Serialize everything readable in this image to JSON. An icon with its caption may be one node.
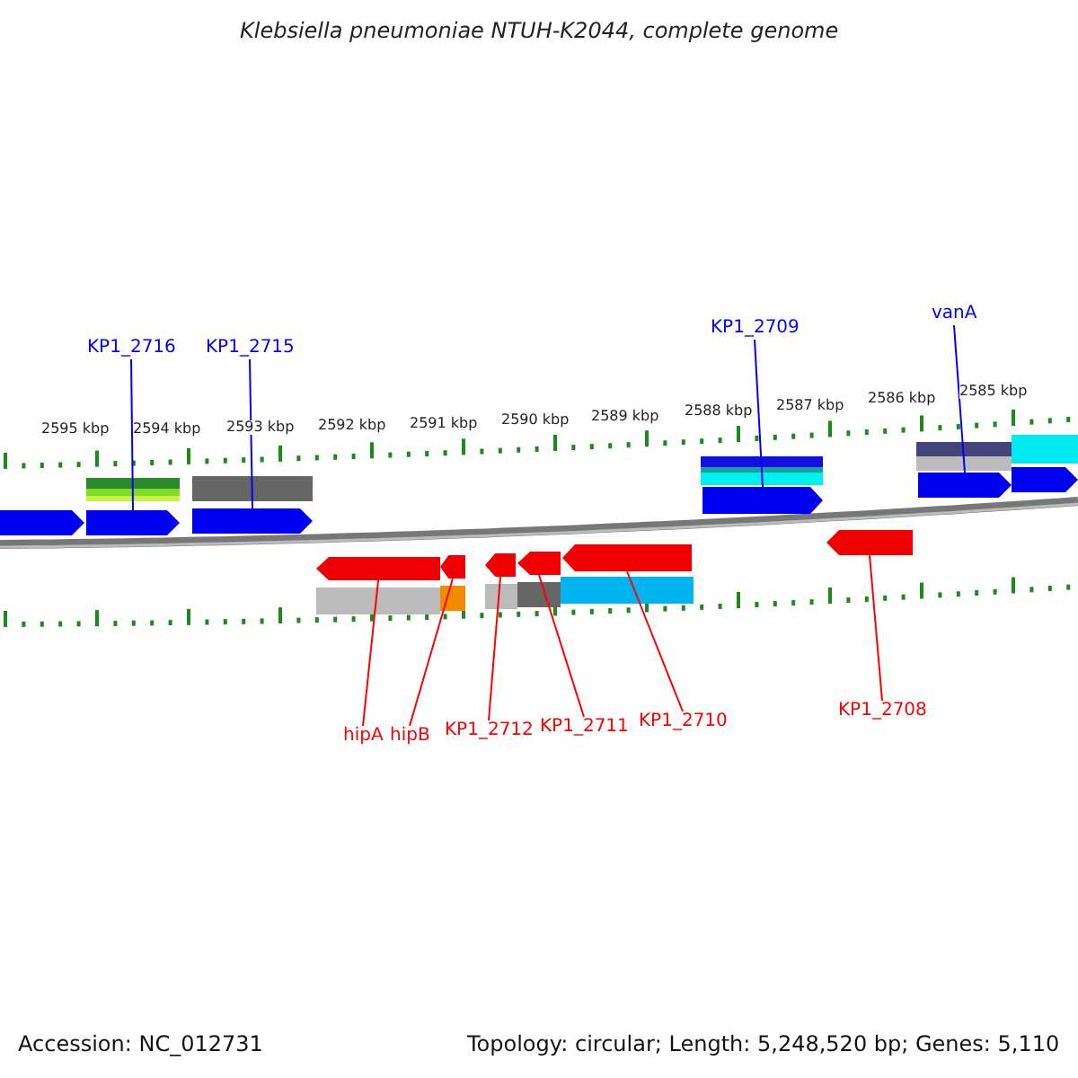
{
  "diagram": {
    "title": "Klebsiella pneumoniae NTUH-K2044, complete genome",
    "nodes": [
      {
        "text": [
          "KP1_2716"
        ]
      },
      {
        "text": [
          "KP1_2715"
        ]
      },
      {
        "text": [
          "KP1_2709"
        ]
      },
      {
        "text": [
          "vanA"
        ]
      },
      {
        "text": [
          "hipA"
        ]
      },
      {
        "text": [
          "hipB"
        ]
      },
      {
        "text": [
          "KP1_2712"
        ]
      },
      {
        "text": [
          "KP1_2711"
        ]
      },
      {
        "text": [
          "KP1_2710"
        ]
      },
      {
        "text": [
          "KP1_2708"
        ]
      },
      {
        "text": [],
        "shape": "arrow"
      },
      {
        "text": [],
        "shape": "arrow"
      },
      {
        "text": [],
        "shape": "arrow"
      },
      {
        "text": [],
        "shape": "arrow"
      },
      {
        "text": [],
        "shape": "arrow"
      },
      {
        "text": [],
        "shape": "arrow"
      },
      {
        "text": [],
        "shape": "arrow"
      },
      {
        "text": [],
        "shape": "arrow"
      },
      {
        "text": [],
        "shape": "arrow"
      },
      {
        "text": [],
        "shape": "arrow"
      }
    ],
    "edges": [
      {
        "from": 0,
        "to": 10,
        "arrow": "none",
        "color": "#0000ff"
      },
      {
        "from": 1,
        "to": 11,
        "arrow": "none",
        "color": "#0000ff"
      },
      {
        "from": 2,
        "to": 12,
        "arrow": "none",
        "color": "#0000ff"
      },
      {
        "from": 3,
        "to": 13,
        "arrow": "none",
        "color": "#0000ff"
      },
      {
        "from": 4,
        "to": 14,
        "arrow": "none"
      },
      {
        "from": 5,
        "to": 15,
        "arrow": "none"
      },
      {
        "from": 6,
        "to": 16,
        "arrow": "none"
      },
      {
        "from": 7,
        "to": 17,
        "arrow": "none"
      },
      {
        "from": 8,
        "to": 18,
        "arrow": "none"
      },
      {
        "from": 9,
        "to": 19,
        "arrow": "none"
      }
    ],
    "labels": [
      "2595 kbp",
      "2594 kbp",
      "2593 kbp",
      "2592 kbp",
      "2591 kbp",
      "2590 kbp",
      "2589 kbp",
      "2588 kbp",
      "2587 kbp",
      "2586 kbp",
      "2585 kbp",
      "Accession: NC_012731",
      "Topology: circular; Length: 5,248,520 bp; Genes: 5,110"
    ]
  }
}
